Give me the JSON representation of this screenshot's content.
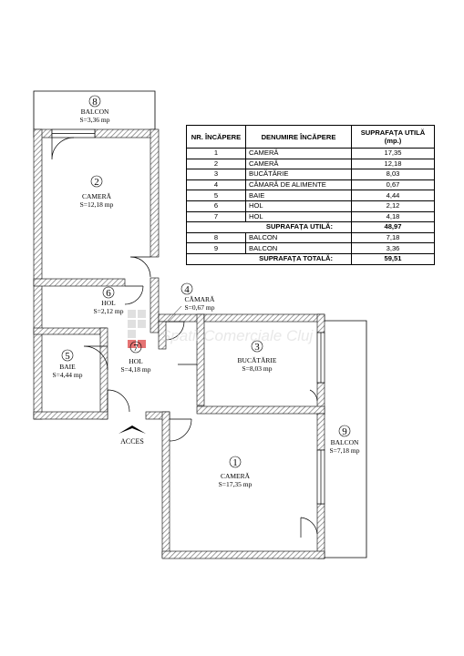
{
  "table": {
    "headers": {
      "nr": "NR. ÎNCĂPERE",
      "name": "DENUMIRE ÎNCĂPERE",
      "area": "SUPRAFAȚA UTILĂ (mp.)"
    },
    "rows": [
      {
        "nr": "1",
        "name": "CAMERĂ",
        "area": "17,35"
      },
      {
        "nr": "2",
        "name": "CAMERĂ",
        "area": "12,18"
      },
      {
        "nr": "3",
        "name": "BUCĂTĂRIE",
        "area": "8,03"
      },
      {
        "nr": "4",
        "name": "CĂMARĂ DE ALIMENTE",
        "area": "0,67"
      },
      {
        "nr": "5",
        "name": "BAIE",
        "area": "4,44"
      },
      {
        "nr": "6",
        "name": "HOL",
        "area": "2,12"
      },
      {
        "nr": "7",
        "name": "HOL",
        "area": "4,18"
      }
    ],
    "subtotal": {
      "label": "SUPRAFAȚA UTILĂ:",
      "value": "48,97"
    },
    "balcony_rows": [
      {
        "nr": "8",
        "name": "BALCON",
        "area": "7,18"
      },
      {
        "nr": "9",
        "name": "BALCON",
        "area": "3,36"
      }
    ],
    "total": {
      "label": "SUPRAFAȚA TOTALĂ:",
      "value": "59,51"
    }
  },
  "rooms": {
    "r1": {
      "num": "1",
      "name": "CAMERĂ",
      "area": "S=17,35 mp"
    },
    "r2": {
      "num": "2",
      "name": "CAMERĂ",
      "area": "S=12,18 mp"
    },
    "r3": {
      "num": "3",
      "name": "BUCĂTĂRIE",
      "area": "S=8,03 mp"
    },
    "r4": {
      "num": "4",
      "name": "CĂMARĂ",
      "area": "S=0,67 mp"
    },
    "r5": {
      "num": "5",
      "name": "BAIE",
      "area": "S=4,44 mp"
    },
    "r6": {
      "num": "6",
      "name": "HOL",
      "area": "S=2,12 mp"
    },
    "r7": {
      "num": "7",
      "name": "HOL",
      "area": "S=4,18 mp"
    },
    "r8": {
      "num": "8",
      "name": "BALCON",
      "area": "S=3,36 mp"
    },
    "r9": {
      "num": "9",
      "name": "BALCON",
      "area": "S=7,18 mp"
    }
  },
  "access_label": "ACCES",
  "watermark": "Spatii Comerciale Cluj",
  "colors": {
    "wall": "#000000",
    "hatch": "#888888",
    "watermark_red": "#e05a5a"
  }
}
